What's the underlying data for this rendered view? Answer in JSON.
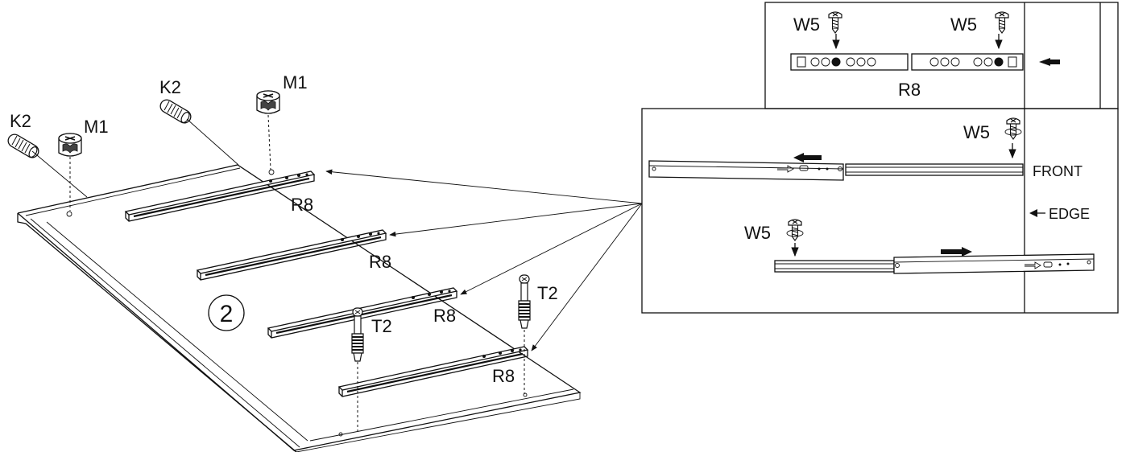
{
  "step_number": "2",
  "labels": {
    "k2": "K2",
    "m1": "M1",
    "r8": "R8",
    "t2": "T2",
    "w5": "W5",
    "front": "FRONT",
    "edge": "EDGE"
  },
  "icons": {
    "screw": "screw-icon",
    "cam_lock": "cam-lock-icon",
    "dowel": "dowel-icon",
    "arrow": "arrow-icon"
  }
}
